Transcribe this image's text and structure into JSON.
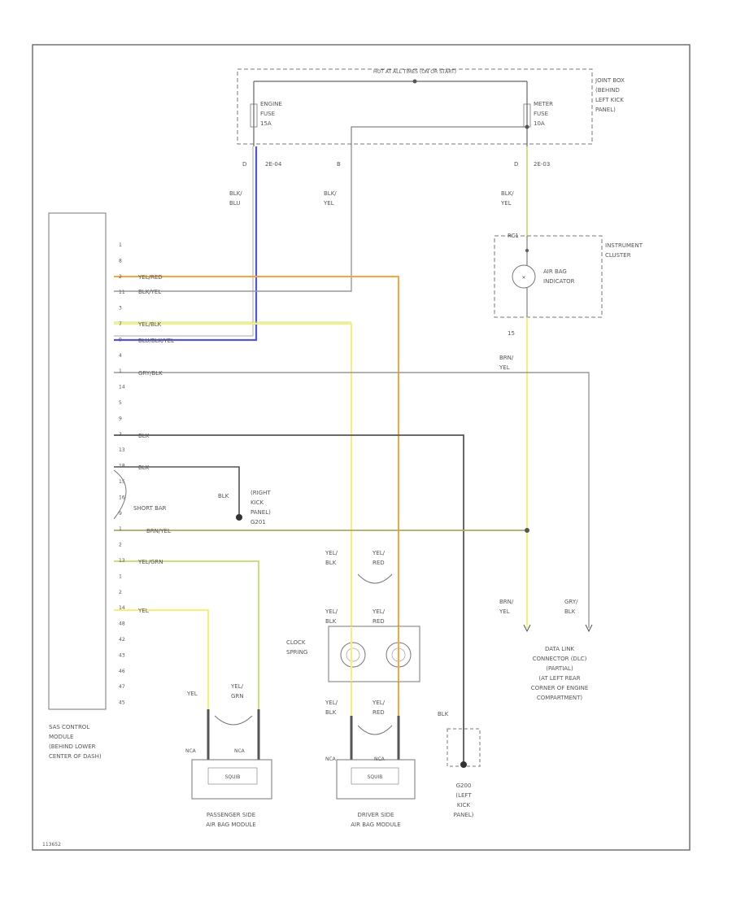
{
  "fuse_box": {
    "bus_label": "HOT AT ALL TIMES (ON OR START)",
    "engine_fuse": [
      "ENGINE",
      "FUSE",
      "15A"
    ],
    "meter_fuse": [
      "METER",
      "FUSE",
      "10A"
    ],
    "location": [
      "JOINT BOX",
      "(BEHIND",
      "LEFT KICK",
      "PANEL)"
    ],
    "pin_left": "D",
    "conn_left": "2E-04",
    "pin_mid": "B",
    "pin_right": "D",
    "conn_right": "2E-03"
  },
  "wires": {
    "blk_blu": [
      "BLK/",
      "BLU"
    ],
    "blk_yel_mid": [
      "BLK/",
      "YEL"
    ],
    "blk_yel_right": [
      "BLK/",
      "YEL"
    ],
    "brn_yel": [
      "BRN/",
      "YEL"
    ],
    "brn_yel_dlc": [
      "BRN/",
      "YEL"
    ],
    "gry_blk_dlc": [
      "GRY/",
      "BLK"
    ],
    "yel_blk_l": [
      "YEL/",
      "BLK"
    ],
    "yel_red_l": [
      "YEL/",
      "RED"
    ],
    "yel_blk_c": [
      "YEL/",
      "BLK"
    ],
    "yel_red_c": [
      "YEL/",
      "RED"
    ],
    "yel_blk_d": [
      "YEL/",
      "BLK"
    ],
    "yel_red_d": [
      "YEL/",
      "RED"
    ],
    "yel_p": "YEL",
    "yel_grn_p": [
      "YEL/",
      "GRN"
    ],
    "blk_ground": "BLK",
    "blk_shortbar": "BLK"
  },
  "cluster": {
    "label": [
      "INSTRUMENT",
      "CLUSTER"
    ],
    "indicator": [
      "AIR BAG",
      "INDICATOR"
    ],
    "pin_top": "RC1",
    "pin_bottom": "15"
  },
  "module": {
    "name": [
      "SAS CONTROL",
      "MODULE",
      "(BEHIND LOWER",
      "CENTER OF DASH)"
    ],
    "pins": [
      "1",
      "8",
      "2",
      "11",
      "3",
      "7",
      "9",
      "4",
      "1",
      "14",
      "5",
      "9",
      "3",
      "13",
      "18",
      "15",
      "16",
      "9",
      "1",
      "2",
      "13",
      "1",
      "2",
      "14",
      "48",
      "42",
      "43",
      "46",
      "47",
      "45"
    ],
    "wire_labels": {
      "yel_red": "YEL/RED",
      "blk_yel": "BLK/YEL",
      "yel_blk": "YEL/BLK",
      "blu_blk": "BLU/BLK/YEL",
      "gry_blk": "GRY/BLK",
      "blk": "BLK",
      "blk2": "BLK",
      "short_bar": "SHORT BAR",
      "brn_yel": "BRN/YEL",
      "yel_grn": "YEL/GRN",
      "yel": "YEL"
    }
  },
  "ground_right": [
    "(RIGHT",
    "KICK",
    "PANEL)",
    "G201"
  ],
  "ground_left": [
    "G200",
    "(LEFT",
    "KICK",
    "PANEL)"
  ],
  "clock_spring": [
    "CLOCK",
    "SPRING"
  ],
  "dlc": [
    "DATA LINK",
    "CONNECTOR (DLC)",
    "(PARTIAL)",
    "(AT LEFT REAR",
    "CORNER OF ENGINE",
    "COMPARTMENT)"
  ],
  "passenger_module": {
    "label": [
      "PASSENGER SIDE",
      "AIR BAG MODULE"
    ],
    "squib_l": "NCA",
    "squib_r": "NCA",
    "inner": "SQUIB"
  },
  "driver_module": {
    "label": [
      "DRIVER SIDE",
      "AIR BAG MODULE"
    ],
    "squib_l": "NCA",
    "squib_r": "NCA",
    "inner": "SQUIB"
  },
  "figure_id": "113652",
  "colors": {
    "orange": "#f4a640",
    "yellow": "#f5f07a",
    "yellow_green": "#c8e07a",
    "blue": "#5555cc",
    "dark": "#555555",
    "gray": "#999999",
    "olive": "#b0a860"
  }
}
